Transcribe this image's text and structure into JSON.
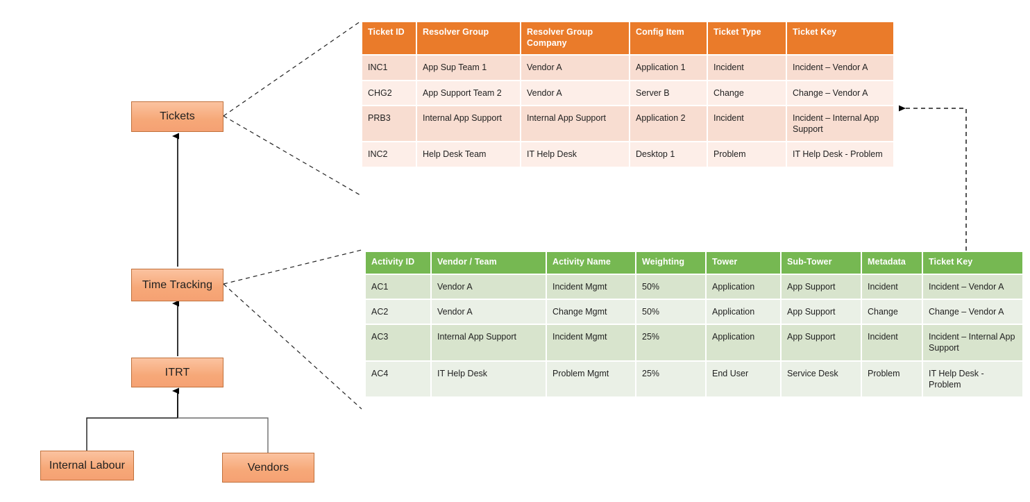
{
  "flow": {
    "nodes": [
      {
        "id": "tickets",
        "label": "Tickets"
      },
      {
        "id": "time-tracking",
        "label": "Time Tracking"
      },
      {
        "id": "itrt",
        "label": "ITRT"
      },
      {
        "id": "internal-labour",
        "label": "Internal Labour"
      },
      {
        "id": "vendors",
        "label": "Vendors"
      }
    ],
    "edges": [
      {
        "from": "time-tracking",
        "to": "tickets",
        "style": "solid-arrow"
      },
      {
        "from": "itrt",
        "to": "time-tracking",
        "style": "solid-arrow"
      },
      {
        "from": "internal-labour",
        "to": "itrt",
        "style": "solid-elbow"
      },
      {
        "from": "vendors",
        "to": "itrt",
        "style": "solid-elbow"
      },
      {
        "from": "tickets",
        "to": "tickets-table",
        "style": "dashed-callout"
      },
      {
        "from": "time-tracking",
        "to": "activity-table",
        "style": "dashed-callout"
      },
      {
        "from": "activity-table.ticket_key",
        "to": "tickets-table.row.CHG2.ticket_key",
        "style": "dashed-arrow"
      }
    ]
  },
  "tickets_table": {
    "title": "Tickets",
    "accent": "#ea7b2a",
    "columns": [
      "Ticket ID",
      "Resolver Group",
      "Resolver Group Company",
      "Config Item",
      "Ticket Type",
      "Ticket Key"
    ],
    "rows": [
      [
        "INC1",
        "App Sup Team 1",
        "Vendor A",
        "Application 1",
        "Incident",
        "Incident – Vendor A"
      ],
      [
        "CHG2",
        "App Support Team 2",
        "Vendor A",
        "Server B",
        "Change",
        "Change – Vendor A"
      ],
      [
        "PRB3",
        "Internal App Support",
        "Internal App Support",
        "Application 2",
        "Incident",
        "Incident – Internal App Support"
      ],
      [
        "INC2",
        "Help Desk Team",
        "IT Help Desk",
        "Desktop 1",
        "Problem",
        "IT Help Desk - Problem"
      ]
    ]
  },
  "activity_table": {
    "title": "Time Tracking",
    "accent": "#76b852",
    "columns": [
      "Activity ID",
      "Vendor / Team",
      "Activity Name",
      "Weighting",
      "Tower",
      "Sub-Tower",
      "Metadata",
      "Ticket Key"
    ],
    "rows": [
      [
        "AC1",
        "Vendor A",
        "Incident Mgmt",
        "50%",
        "Application",
        "App Support",
        "Incident",
        "Incident – Vendor A"
      ],
      [
        "AC2",
        "Vendor A",
        "Change Mgmt",
        "50%",
        "Application",
        "App Support",
        "Change",
        "Change – Vendor A"
      ],
      [
        "AC3",
        "Internal App Support",
        "Incident Mgmt",
        "25%",
        "Application",
        "App Support",
        "Incident",
        "Incident – Internal App Support"
      ],
      [
        "AC4",
        "IT Help Desk",
        "Problem Mgmt",
        "25%",
        "End User",
        "Service Desk",
        "Problem",
        "IT Help Desk - Problem"
      ]
    ]
  }
}
